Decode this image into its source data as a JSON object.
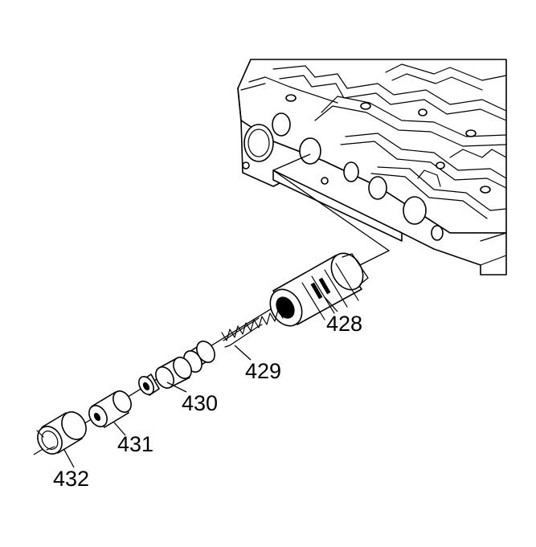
{
  "parts": [
    {
      "id": "428",
      "label": "428"
    },
    {
      "id": "429",
      "label": "429"
    },
    {
      "id": "430",
      "label": "430"
    },
    {
      "id": "431",
      "label": "431"
    },
    {
      "id": "432",
      "label": "432"
    }
  ]
}
